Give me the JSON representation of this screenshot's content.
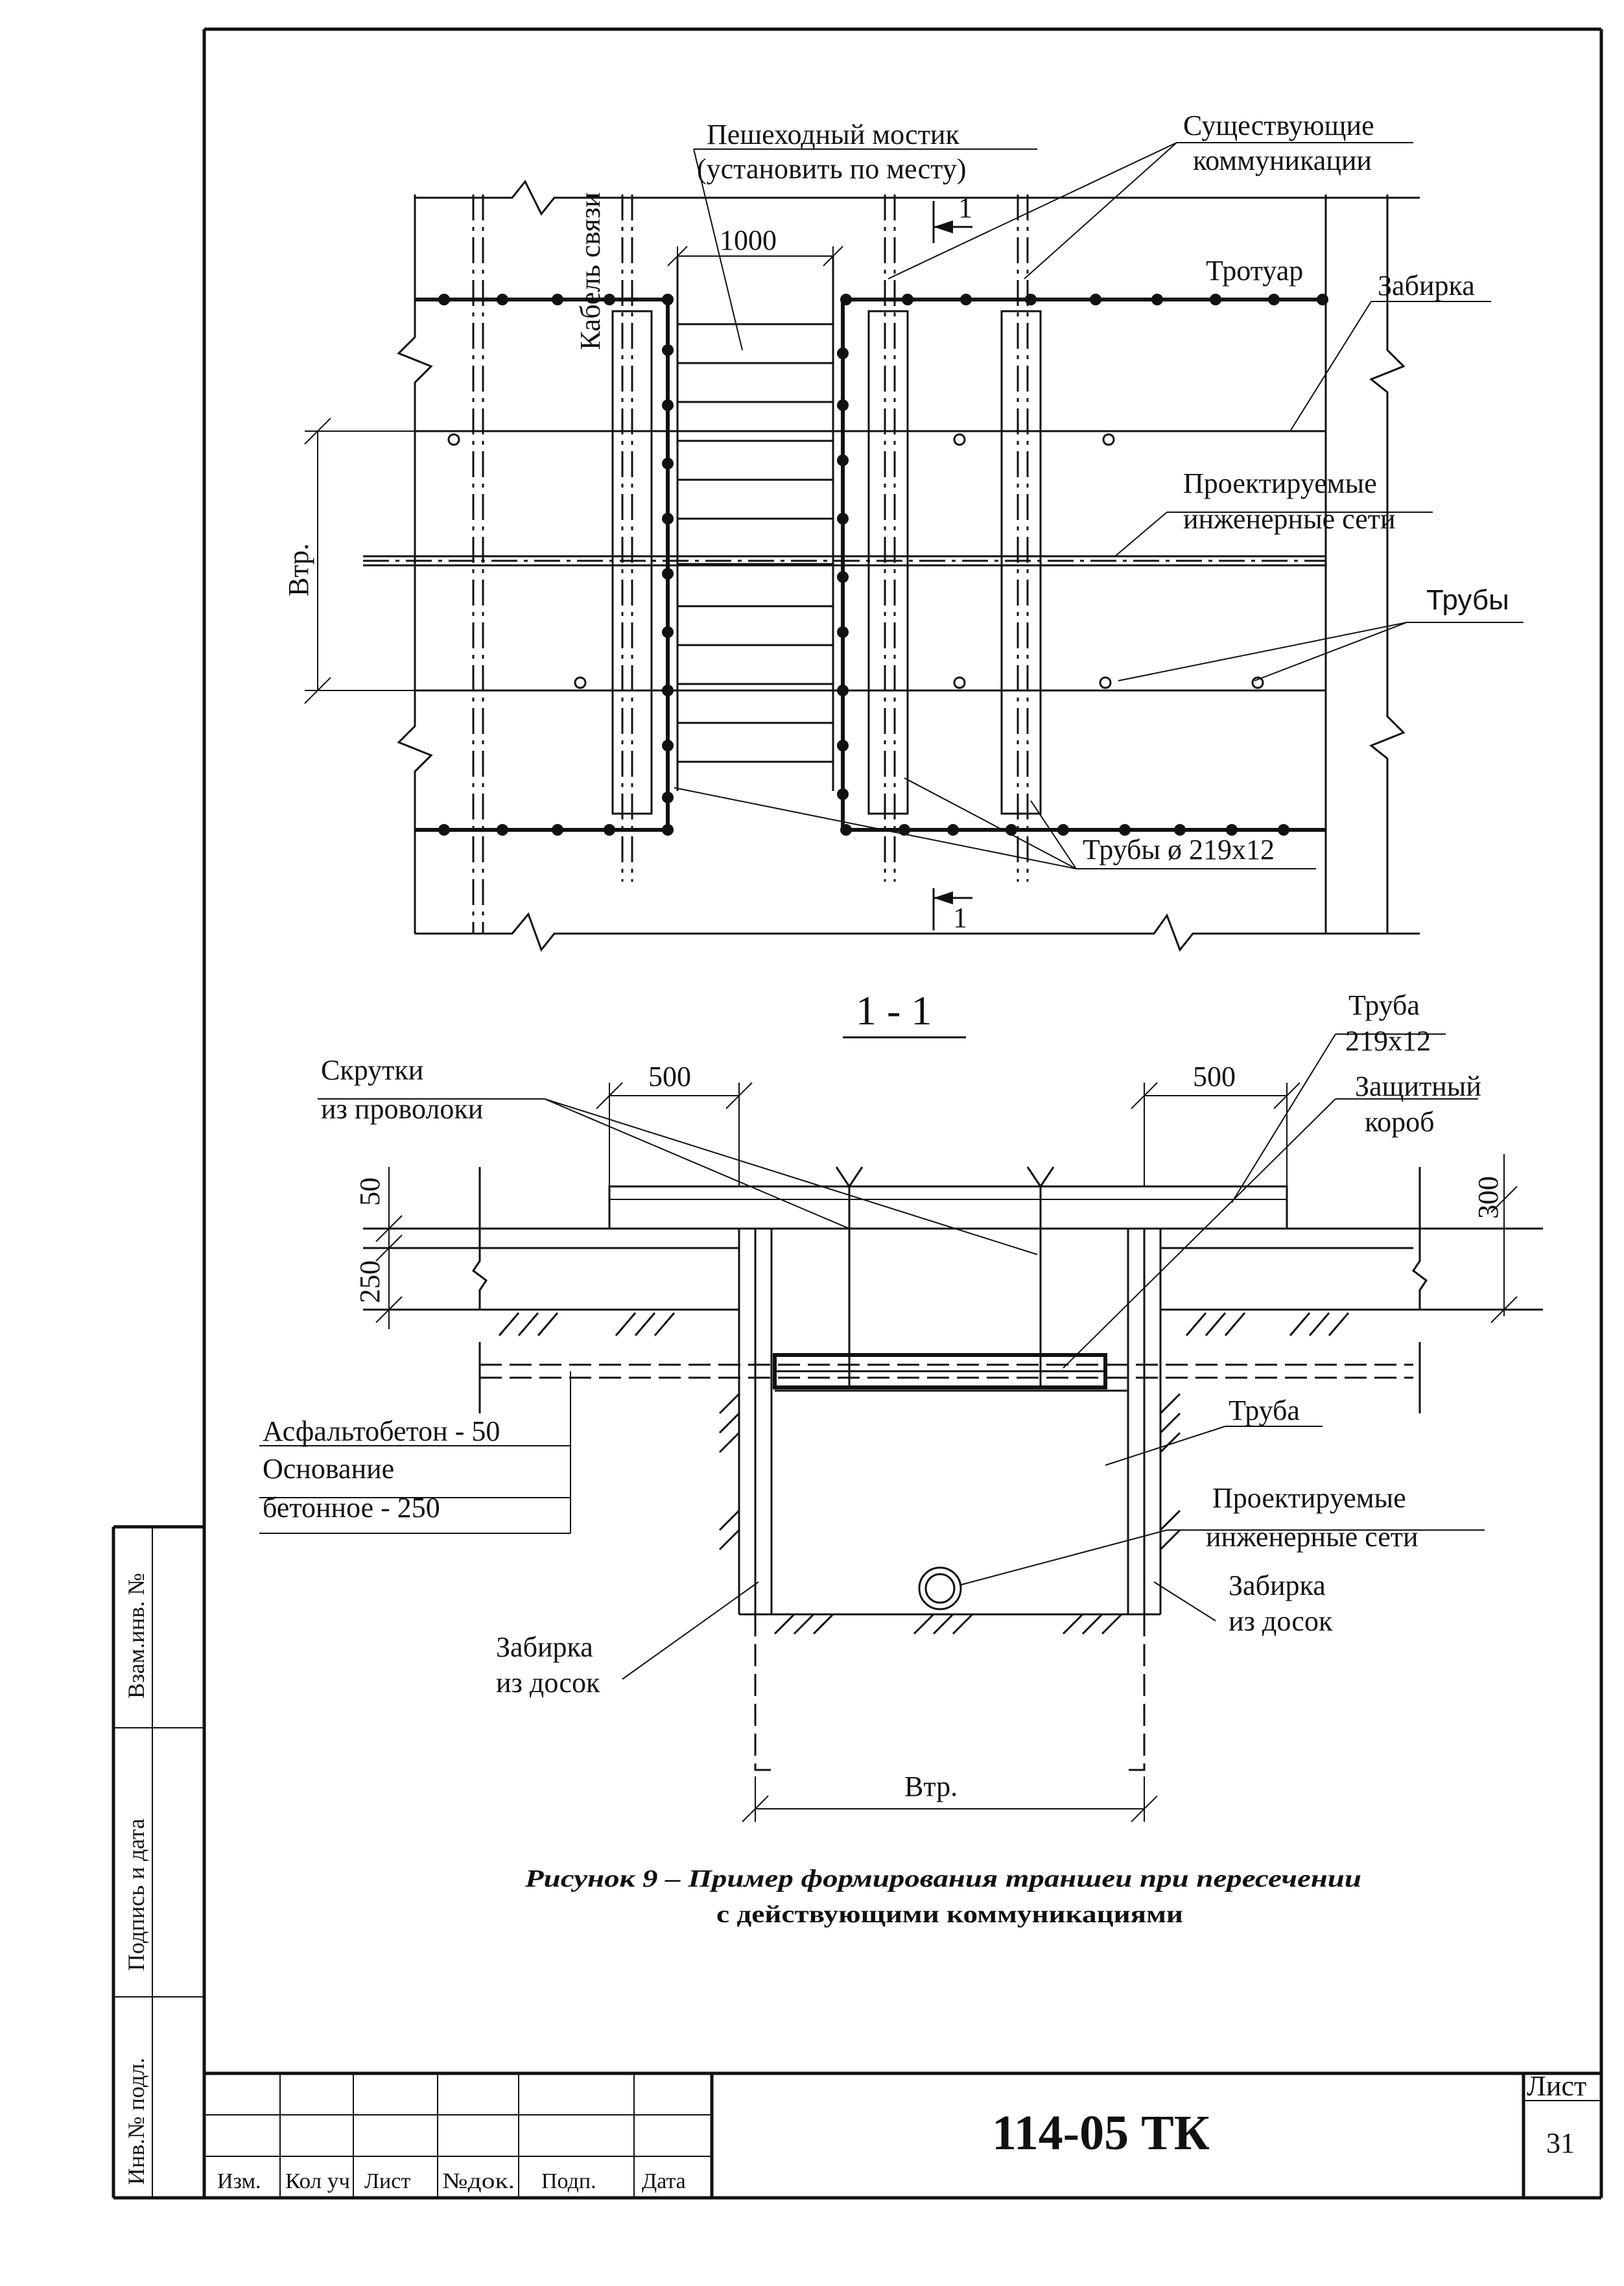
{
  "plan": {
    "bridge_label": "Пешеходный мостик",
    "bridge_note": "(установить по месту)",
    "existing_utils_1": "Существующие",
    "existing_utils_2": "коммуникации",
    "cable_label": "Кабель связи",
    "width_1000": "1000",
    "sidewalk": "Тротуар",
    "sheeting": "Забирка",
    "designed_networks_1": "Проектируемые",
    "designed_networks_2": "инженерные сети",
    "pipes": "Трубы",
    "pipes_size": "Трубы ø 219х12",
    "trench_width": "Втр.",
    "section_mark": "1"
  },
  "section": {
    "title": "1 - 1",
    "twists_1": "Скрутки",
    "twists_2": "из проволоки",
    "dim_500_left": "500",
    "dim_500_right": "500",
    "dim_50": "50",
    "dim_250": "250",
    "dim_300": "300",
    "pipe_label": "Труба",
    "pipe_size": "219х12",
    "box_1": "Защитный",
    "box_2": "короб",
    "asphalt": "Асфальтобетон - 50",
    "base_1": "Основание",
    "base_2": "бетонное - 250",
    "pipe2": "Труба",
    "designed_networks_1": "Проектируемые",
    "designed_networks_2": "инженерные сети",
    "sheeting_right_1": "Забирка",
    "sheeting_right_2": "из досок",
    "sheeting_left_1": "Забирка",
    "sheeting_left_2": "из досок",
    "trench_width": "Втр."
  },
  "caption": {
    "line1": "Рисунок 9 – Пример формирования траншеи при пересечении",
    "line2": "с действующими коммуникациями"
  },
  "side_stamp": {
    "inv_podl": "Инв.№ подл.",
    "podpis": "Подпись и дата",
    "vzam": "Взам.инв. №"
  },
  "title_block": {
    "izm": "Изм.",
    "kol_uch": "Кол уч",
    "list": "Лист",
    "ndok": "№док.",
    "podp": "Подп.",
    "data": "Дата",
    "doc_number": "114-05 ТК",
    "sheet_label": "Лист",
    "sheet_number": "31"
  }
}
